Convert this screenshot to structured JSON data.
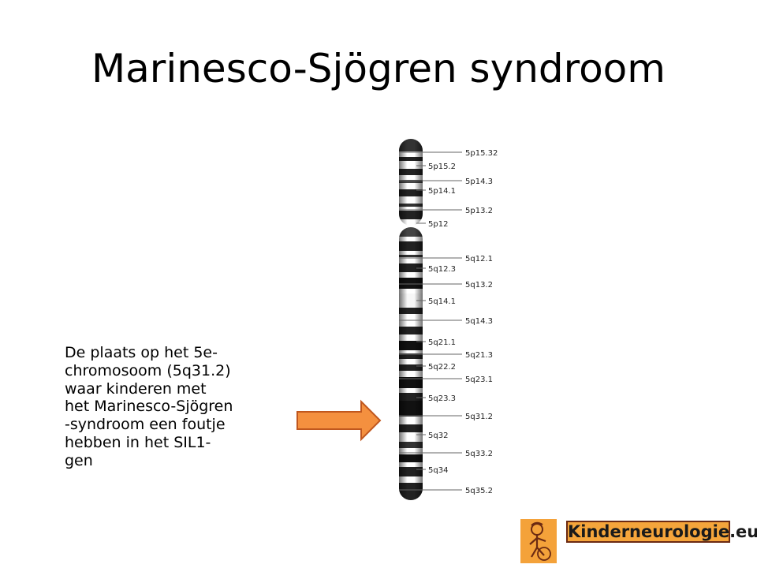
{
  "slide": {
    "title": "Marinesco-Sjögren syndroom",
    "description": "De plaats op het 5e-chromosoom (5q31.2) waar kinderen met het Marinesco-Sjögren -syndroom een foutje hebben in het SIL1-gen"
  },
  "chromosome": {
    "arrow_target": "5q31.2",
    "labels_right": [
      "5p15.32",
      "5p14.3",
      "5p13.2",
      "5q12.1",
      "5q13.2",
      "5q14.3",
      "5q21.3",
      "5q23.1",
      "5q31.2",
      "5q33.2",
      "5q35.2"
    ],
    "labels_left": [
      "5p15.2",
      "5p14.1",
      "5p12",
      "5q12.3",
      "5q14.1",
      "5q21.1",
      "5q22.2",
      "5q23.3",
      "5q32",
      "5q34"
    ]
  },
  "logo": {
    "text": "Kinderneurologie.eu",
    "box_color": "#f5a53b",
    "border_color": "#6b2a12",
    "figure_color": "#f4a23a"
  },
  "colors": {
    "arrow_fill": "#f4903f",
    "arrow_stroke": "#c0571e"
  }
}
